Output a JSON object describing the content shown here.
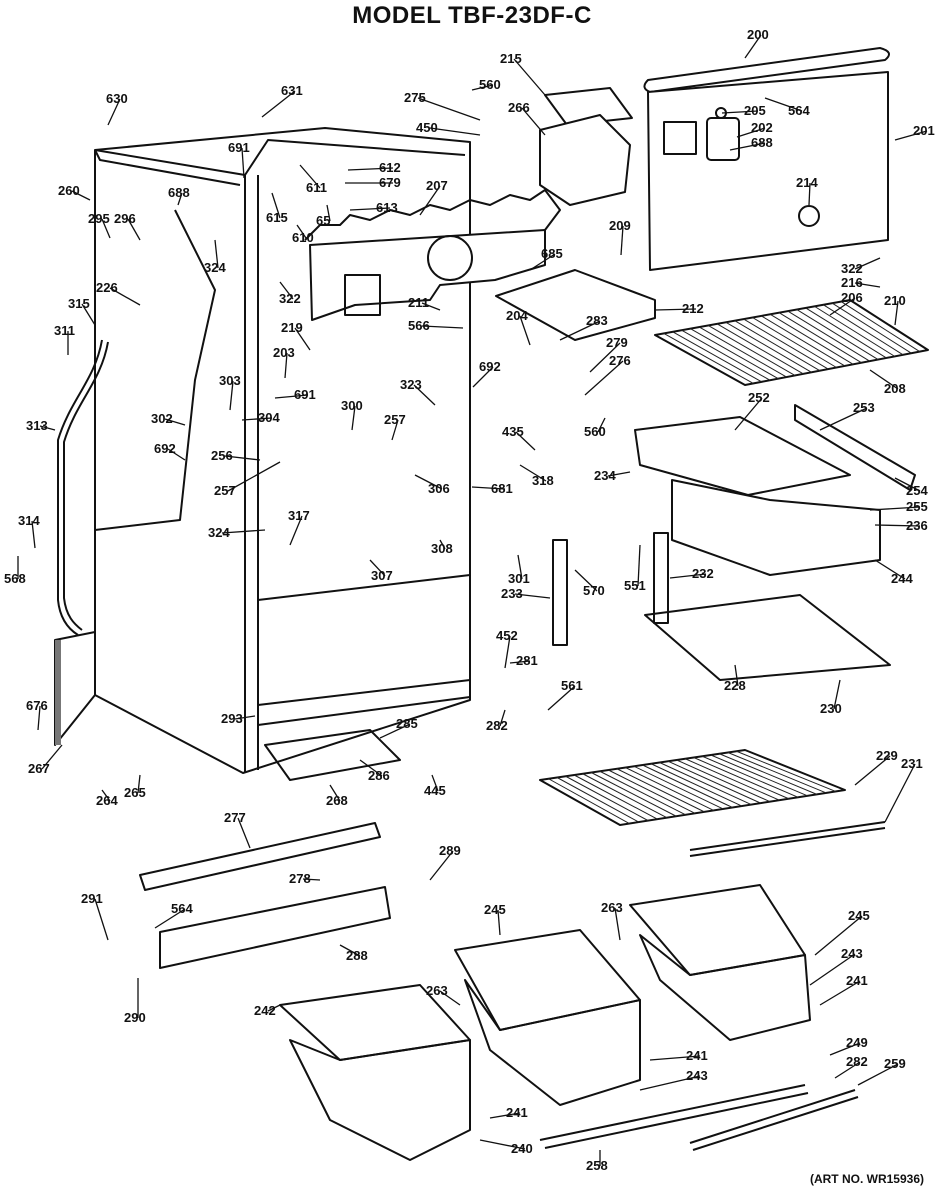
{
  "title": "MODEL  TBF-23DF-C",
  "art_number": "(ART NO. WR15936)",
  "callouts": [
    {
      "id": "630",
      "label": "630"
    },
    {
      "id": "631",
      "label": "631"
    },
    {
      "id": "691a",
      "label": "691"
    },
    {
      "id": "611",
      "label": "611"
    },
    {
      "id": "612",
      "label": "612"
    },
    {
      "id": "679",
      "label": "679"
    },
    {
      "id": "615",
      "label": "615"
    },
    {
      "id": "610",
      "label": "610"
    },
    {
      "id": "65",
      "label": "65"
    },
    {
      "id": "613",
      "label": "613"
    },
    {
      "id": "207",
      "label": "207"
    },
    {
      "id": "260",
      "label": "260"
    },
    {
      "id": "688a",
      "label": "688"
    },
    {
      "id": "295",
      "label": "295"
    },
    {
      "id": "296",
      "label": "296"
    },
    {
      "id": "324a",
      "label": "324"
    },
    {
      "id": "226",
      "label": "226"
    },
    {
      "id": "322a",
      "label": "322"
    },
    {
      "id": "315",
      "label": "315"
    },
    {
      "id": "311",
      "label": "311"
    },
    {
      "id": "219",
      "label": "219"
    },
    {
      "id": "203",
      "label": "203"
    },
    {
      "id": "560a",
      "label": "560"
    },
    {
      "id": "275",
      "label": "275"
    },
    {
      "id": "450",
      "label": "450"
    },
    {
      "id": "215",
      "label": "215"
    },
    {
      "id": "266",
      "label": "266"
    },
    {
      "id": "685",
      "label": "685"
    },
    {
      "id": "209",
      "label": "209"
    },
    {
      "id": "211",
      "label": "211"
    },
    {
      "id": "566",
      "label": "566"
    },
    {
      "id": "212",
      "label": "212"
    },
    {
      "id": "200",
      "label": "200"
    },
    {
      "id": "564a",
      "label": "564"
    },
    {
      "id": "205",
      "label": "205"
    },
    {
      "id": "202",
      "label": "202"
    },
    {
      "id": "688b",
      "label": "688"
    },
    {
      "id": "201",
      "label": "201"
    },
    {
      "id": "214",
      "label": "214"
    },
    {
      "id": "322b",
      "label": "322"
    },
    {
      "id": "216",
      "label": "216"
    },
    {
      "id": "206",
      "label": "206"
    },
    {
      "id": "210",
      "label": "210"
    },
    {
      "id": "208",
      "label": "208"
    },
    {
      "id": "313",
      "label": "313"
    },
    {
      "id": "303",
      "label": "303"
    },
    {
      "id": "302",
      "label": "302"
    },
    {
      "id": "304",
      "label": "304"
    },
    {
      "id": "691b",
      "label": "691"
    },
    {
      "id": "692a",
      "label": "692"
    },
    {
      "id": "256",
      "label": "256"
    },
    {
      "id": "300",
      "label": "300"
    },
    {
      "id": "257a",
      "label": "257"
    },
    {
      "id": "257b",
      "label": "257"
    },
    {
      "id": "323",
      "label": "323"
    },
    {
      "id": "692b",
      "label": "692"
    },
    {
      "id": "306",
      "label": "306"
    },
    {
      "id": "324b",
      "label": "324"
    },
    {
      "id": "317",
      "label": "317"
    },
    {
      "id": "307",
      "label": "307"
    },
    {
      "id": "308",
      "label": "308"
    },
    {
      "id": "681",
      "label": "681"
    },
    {
      "id": "318",
      "label": "318"
    },
    {
      "id": "435",
      "label": "435"
    },
    {
      "id": "204",
      "label": "204"
    },
    {
      "id": "283",
      "label": "283"
    },
    {
      "id": "279",
      "label": "279"
    },
    {
      "id": "276",
      "label": "276"
    },
    {
      "id": "560b",
      "label": "560"
    },
    {
      "id": "234",
      "label": "234"
    },
    {
      "id": "252",
      "label": "252"
    },
    {
      "id": "253",
      "label": "253"
    },
    {
      "id": "254",
      "label": "254"
    },
    {
      "id": "255",
      "label": "255"
    },
    {
      "id": "236",
      "label": "236"
    },
    {
      "id": "244",
      "label": "244"
    },
    {
      "id": "314",
      "label": "314"
    },
    {
      "id": "568",
      "label": "568"
    },
    {
      "id": "301",
      "label": "301"
    },
    {
      "id": "570",
      "label": "570"
    },
    {
      "id": "233",
      "label": "233"
    },
    {
      "id": "551",
      "label": "551"
    },
    {
      "id": "232",
      "label": "232"
    },
    {
      "id": "452",
      "label": "452"
    },
    {
      "id": "281",
      "label": "281"
    },
    {
      "id": "561",
      "label": "561"
    },
    {
      "id": "282a",
      "label": "282"
    },
    {
      "id": "228",
      "label": "228"
    },
    {
      "id": "230",
      "label": "230"
    },
    {
      "id": "676",
      "label": "676"
    },
    {
      "id": "267",
      "label": "267"
    },
    {
      "id": "293",
      "label": "293"
    },
    {
      "id": "285",
      "label": "285"
    },
    {
      "id": "286",
      "label": "286"
    },
    {
      "id": "445",
      "label": "445"
    },
    {
      "id": "268",
      "label": "268"
    },
    {
      "id": "264",
      "label": "264"
    },
    {
      "id": "265",
      "label": "265"
    },
    {
      "id": "229",
      "label": "229"
    },
    {
      "id": "231",
      "label": "231"
    },
    {
      "id": "277",
      "label": "277"
    },
    {
      "id": "278",
      "label": "278"
    },
    {
      "id": "289",
      "label": "289"
    },
    {
      "id": "291",
      "label": "291"
    },
    {
      "id": "564b",
      "label": "564"
    },
    {
      "id": "288",
      "label": "288"
    },
    {
      "id": "290",
      "label": "290"
    },
    {
      "id": "263a",
      "label": "263"
    },
    {
      "id": "245a",
      "label": "245"
    },
    {
      "id": "263b",
      "label": "263"
    },
    {
      "id": "245b",
      "label": "245"
    },
    {
      "id": "243a",
      "label": "243"
    },
    {
      "id": "241a",
      "label": "241"
    },
    {
      "id": "242",
      "label": "242"
    },
    {
      "id": "241b",
      "label": "241"
    },
    {
      "id": "243b",
      "label": "243"
    },
    {
      "id": "241c",
      "label": "241"
    },
    {
      "id": "240",
      "label": "240"
    },
    {
      "id": "249",
      "label": "249"
    },
    {
      "id": "282b",
      "label": "282"
    },
    {
      "id": "259",
      "label": "259"
    },
    {
      "id": "258",
      "label": "258"
    }
  ]
}
